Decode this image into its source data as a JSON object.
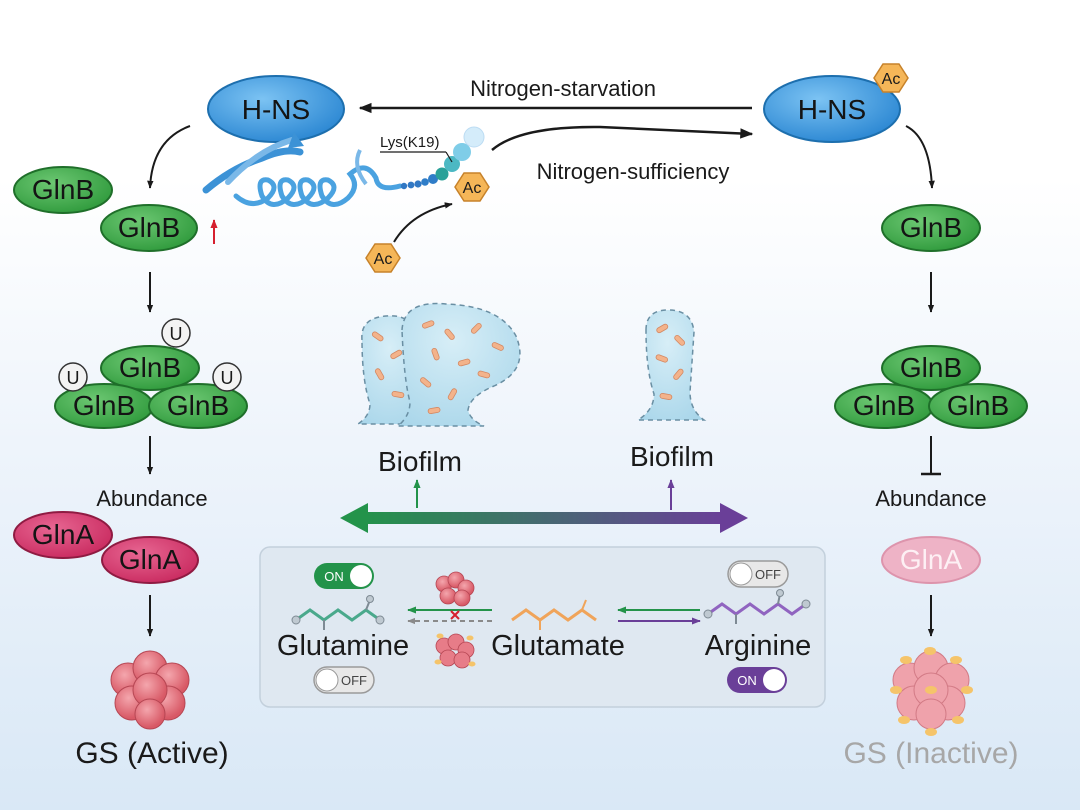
{
  "colors": {
    "hns_fill": "#3f9be0",
    "glnb_fill": "#3fa84a",
    "glna_fill": "#d4336a",
    "glna_inactive_fill": "#eeb3c6",
    "gs_fill": "#e0707c",
    "ac_fill": "#f5b658",
    "green_arrow": "#23934a",
    "purple_arrow": "#6a3f98",
    "red_arrow": "#d6202f",
    "biofilm_fill": "#b9e0ef",
    "inactive_text": "#a7a7a7"
  },
  "top": {
    "hns_left": "H-NS",
    "hns_right": "H-NS",
    "ac_tag": "Ac",
    "starvation_label": "Nitrogen-starvation",
    "sufficiency_label": "Nitrogen-sufficiency",
    "lys_label": "Lys(K19)",
    "ac_on_chain": "Ac",
    "ac_free": "Ac"
  },
  "left": {
    "glnb_a": "GlnB",
    "glnb_b": "GlnB",
    "trimer_top": "GlnB",
    "trimer_left": "GlnB",
    "trimer_right": "GlnB",
    "u_top": "U",
    "u_left": "U",
    "u_right": "U",
    "abundance": "Abundance",
    "glna_a": "GlnA",
    "glna_b": "GlnA",
    "gs_label": "GS (Active)"
  },
  "right": {
    "glnb": "GlnB",
    "trimer_top": "GlnB",
    "trimer_left": "GlnB",
    "trimer_right": "GlnB",
    "abundance": "Abundance",
    "glna": "GlnA",
    "gs_label": "GS (Inactive)"
  },
  "center": {
    "biofilm_left": "Biofilm",
    "biofilm_right": "Biofilm"
  },
  "panel": {
    "glutamine": "Glutamine",
    "glutamate": "Glutamate",
    "arginine": "Arginine",
    "switch_glutamine_top": "ON",
    "switch_glutamine_bottom": "OFF",
    "switch_arginine_top": "OFF",
    "switch_arginine_bottom": "ON"
  }
}
